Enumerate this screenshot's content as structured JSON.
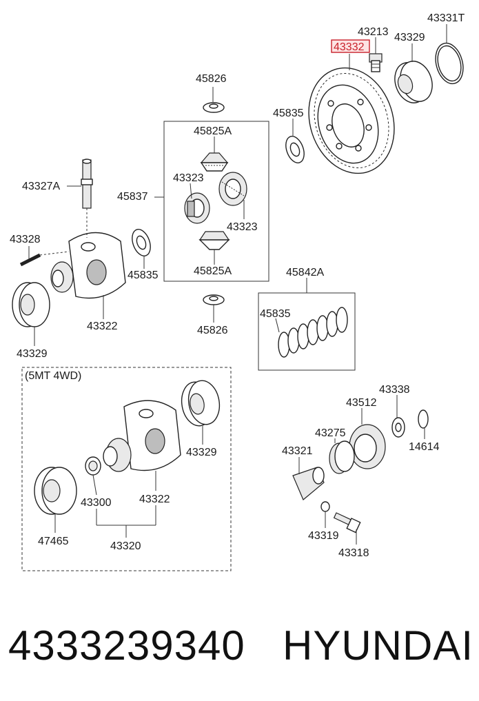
{
  "diagram": {
    "highlight_color": "#c8202a",
    "highlighted_part": "43332",
    "group_note": "(5MT 4WD)",
    "labels": {
      "p43331T": "43331T",
      "p43213": "43213",
      "p43332": "43332",
      "p43329_top": "43329",
      "p45826_top": "45826",
      "p45835_gear": "45835",
      "p45825A_top": "45825A",
      "p43323_a": "43323",
      "p45837": "45837",
      "p43323_b": "43323",
      "p45825A_bottom": "45825A",
      "p43327A": "43327A",
      "p43328": "43328",
      "p45835_left": "45835",
      "p43322_top": "43322",
      "p43329_left": "43329",
      "p45826_bottom": "45826",
      "p45842A": "45842A",
      "p45835_set": "45835",
      "p43338": "43338",
      "p43512": "43512",
      "p43275": "43275",
      "p14614": "14614",
      "p43321": "43321",
      "p43319": "43319",
      "p43318": "43318",
      "p43329_4wd": "43329",
      "p43300": "43300",
      "p43322_4wd": "43322",
      "p47465": "47465",
      "p43320": "43320"
    }
  },
  "footer": {
    "part_number": "4333239340",
    "brand": "HYUNDAI"
  }
}
